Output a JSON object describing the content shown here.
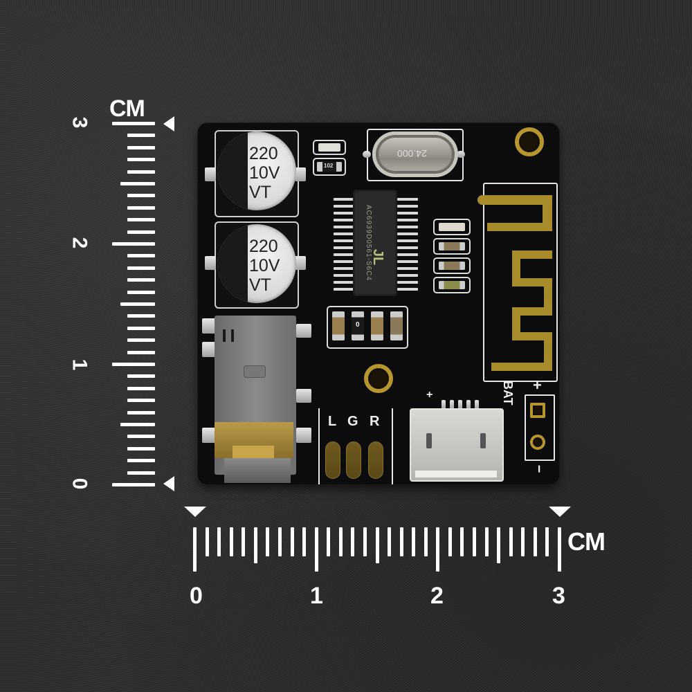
{
  "image": {
    "subject": "Bluetooth audio receiver module PCB with centimeter scale rulers",
    "background_color": "#2d2d2d"
  },
  "vertical_ruler": {
    "unit_label": "CM",
    "tick_labels": [
      "3",
      "2",
      "1",
      "0"
    ],
    "range_cm": [
      0,
      3
    ],
    "subdivisions_per_cm": 10
  },
  "horizontal_ruler": {
    "unit_label": "CM",
    "tick_labels": [
      "0",
      "1",
      "2",
      "3"
    ],
    "range_cm": [
      0,
      3
    ],
    "subdivisions_per_cm": 10
  },
  "board": {
    "capacitors": [
      {
        "line1": "220",
        "line2": "10V",
        "line3": "VT"
      },
      {
        "line1": "220",
        "line2": "10V",
        "line3": "VT"
      }
    ],
    "crystal_label": "24.000",
    "chip": {
      "logo": "JL",
      "marking": "AC6939D0561-S6C4"
    },
    "resistor_label": "102",
    "zero_ohm_label": "0",
    "audio_pads": {
      "left": "L",
      "ground": "G",
      "right": "R"
    },
    "battery": {
      "label": "BAT",
      "plus": "+",
      "minus": "−"
    },
    "usb_plus": "+",
    "colors": {
      "pcb": "#0c0c0e",
      "gold": "#b8962e",
      "silkscreen": "#e8e8e8"
    }
  }
}
